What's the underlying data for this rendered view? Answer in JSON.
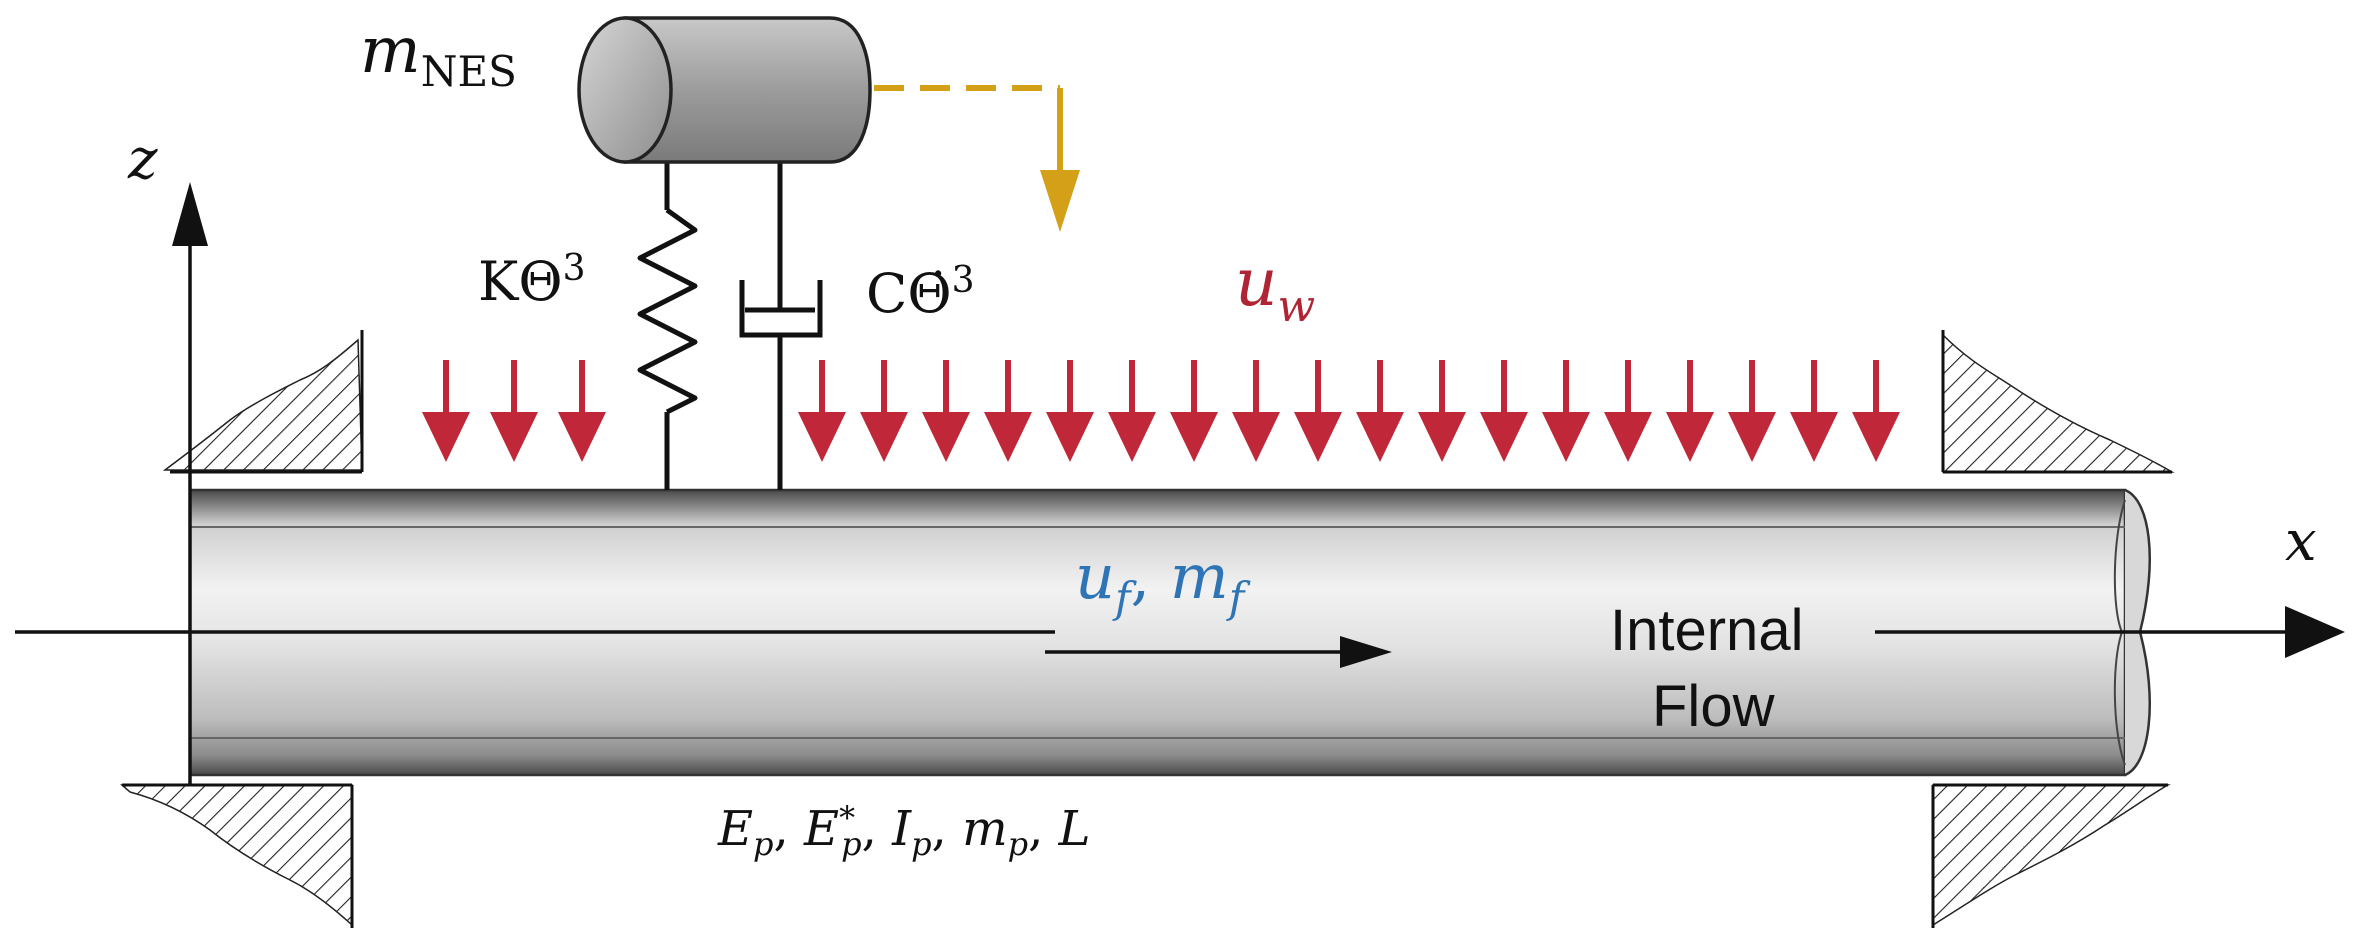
{
  "labels": {
    "m_nes": {
      "main": "m",
      "sub": "NES"
    },
    "z_axis": "z",
    "x_axis": "x",
    "spring": {
      "main": "KΘ",
      "sup": "3"
    },
    "damper": {
      "main": "CΘ̇",
      "sup": "3"
    },
    "wind": {
      "main": "u",
      "sub": "w"
    },
    "flow": {
      "u": "u",
      "u_sub": "f",
      "sep": ", ",
      "m": "m",
      "m_sub": "f"
    },
    "internal_flow": [
      "Internal",
      "Flow"
    ],
    "pipe_params": "E_p, E_p^*, I_p, m_p, L"
  },
  "pipe_param_parts": [
    {
      "main": "E",
      "sub": "p",
      "sup": ""
    },
    {
      "main": "E",
      "sub": "p",
      "sup": "*"
    },
    {
      "main": "I",
      "sub": "p",
      "sup": ""
    },
    {
      "main": "m",
      "sub": "p",
      "sup": ""
    },
    {
      "main": "L",
      "sub": "",
      "sup": ""
    }
  ],
  "colors": {
    "wind_arrow": "#c0283a",
    "wind_label": "#b02535",
    "flow_label": "#2f74b5",
    "nes_path": "#d4a017",
    "ink": "#111111",
    "pipe_light": "#e6e6e6",
    "pipe_dark": "#5a5a5a",
    "mass_fill": "#9a9a9a"
  },
  "wind_arrow_count": {
    "left_group": 3,
    "right_group": 18
  },
  "icons": [
    "arrow-down-icon",
    "arrow-right-icon",
    "spring-icon",
    "damper-icon",
    "cylinder-mass-icon",
    "hatched-support-icon"
  ]
}
